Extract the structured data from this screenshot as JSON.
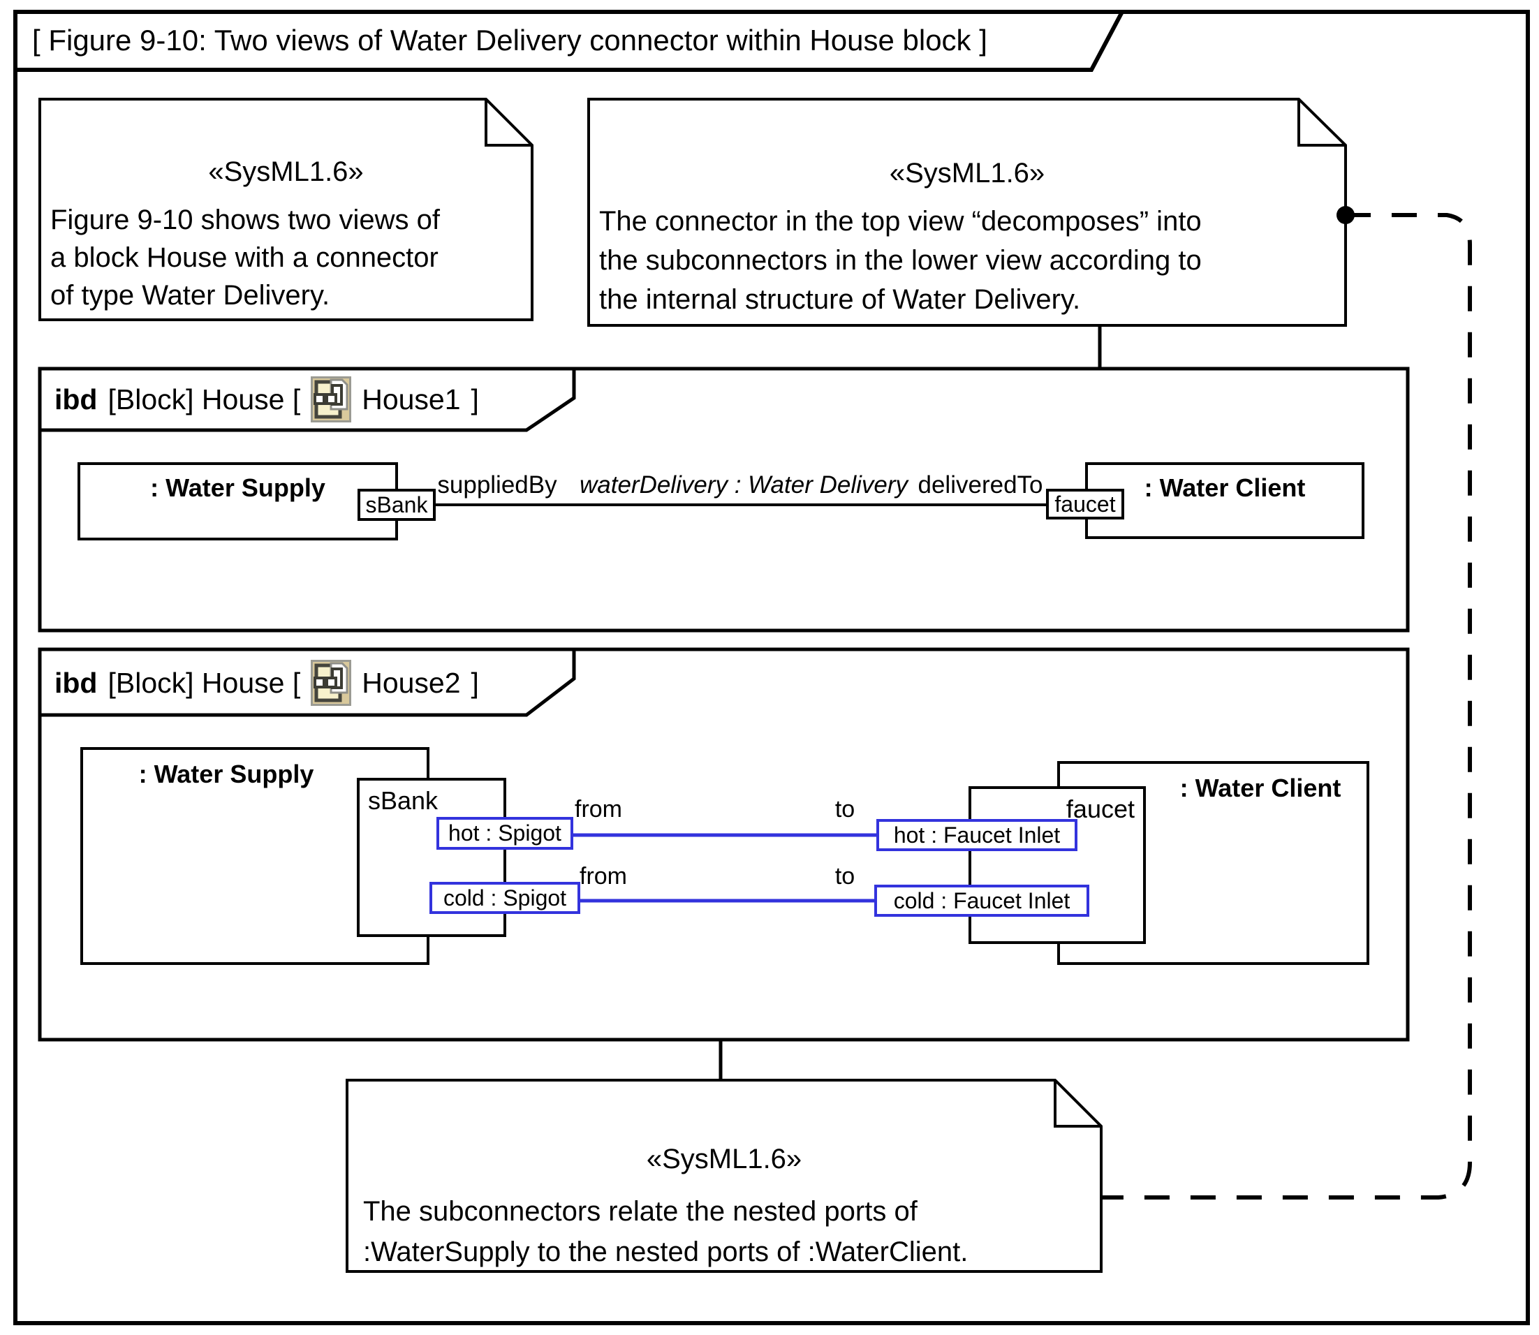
{
  "title": "[ Figure 9-10: Two views of Water Delivery connector within House block ]",
  "notes": {
    "top_left": {
      "stereotype": "«SysML1.6»",
      "lines": [
        "Figure 9-10 shows two views of",
        "a block House with a connector",
        "of type Water Delivery."
      ]
    },
    "top_right": {
      "stereotype": "«SysML1.6»",
      "lines": [
        "The connector in the top view “decomposes” into",
        "the subconnectors in the lower view according to",
        "the internal structure of Water Delivery."
      ]
    },
    "bottom": {
      "stereotype": "«SysML1.6»",
      "lines": [
        "The subconnectors relate the nested ports of",
        ":WaterSupply to the nested ports of :WaterClient."
      ]
    }
  },
  "frames": {
    "house1": {
      "kind": "ibd",
      "type_label": "[Block] House [",
      "diagram_name": "House1",
      "close_bracket": "]"
    },
    "house2": {
      "kind": "ibd",
      "type_label": "[Block] House [",
      "diagram_name": "House2",
      "close_bracket": "]"
    }
  },
  "house1": {
    "water_supply": ": Water Supply",
    "sbank_port": "sBank",
    "supplied_by": "suppliedBy",
    "connector_name": "waterDelivery : Water Delivery",
    "delivered_to": "deliveredTo",
    "faucet_port": "faucet",
    "water_client": ": Water Client"
  },
  "house2": {
    "water_supply": ": Water Supply",
    "sbank_part": "sBank",
    "hot_spigot": "hot : Spigot",
    "cold_spigot": "cold : Spigot",
    "hot_from": "from",
    "hot_to": "to",
    "cold_from": "from",
    "cold_to": "to",
    "hot_inlet": "hot : Faucet Inlet",
    "cold_inlet": "cold : Faucet Inlet",
    "faucet_part": "faucet",
    "water_client": ": Water Client"
  },
  "colors": {
    "connector_blue": "#3333dd",
    "icon_tan": "#d9c99c",
    "icon_inner": "#f7f1cc",
    "line_black": "#000000"
  }
}
